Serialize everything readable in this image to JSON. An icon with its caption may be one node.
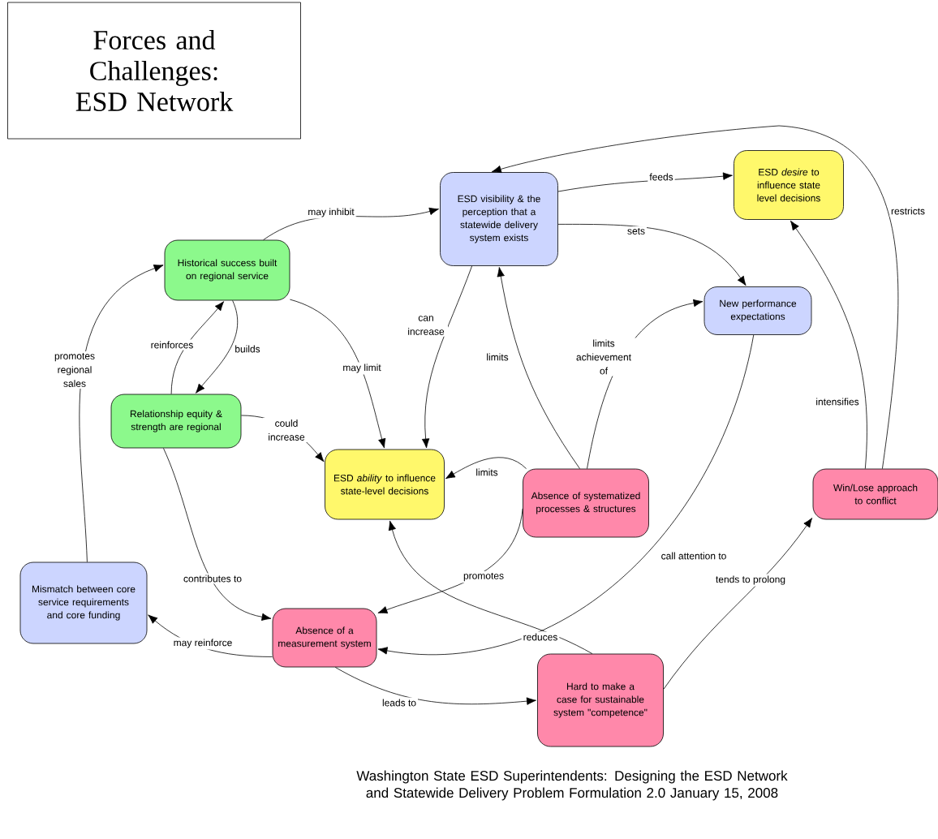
{
  "diagram": {
    "title": "Forces and Challenges:  ESD Network",
    "caption": "Washington State ESD Superintendents:  Designing the ESD Network and Statewide Delivery Problem Formulation 2.0  January 15, 2008",
    "nodes": [
      {
        "text": [
          "Historical success built on regional service"
        ]
      },
      {
        "text": [
          "ESD visibility & the perception that a statewide delivery system exists"
        ]
      },
      {
        "text": [
          "ESD *desire* to influence state level decisions"
        ]
      },
      {
        "text": [
          "New performance expectations"
        ]
      },
      {
        "text": [
          "Relationship equity & strength are regional"
        ]
      },
      {
        "text": [
          "ESD *ability* to influence state-level decisions"
        ]
      },
      {
        "text": [
          "Absence of systematized processes & structures"
        ]
      },
      {
        "text": [
          "Win/Lose approach to conflict"
        ]
      },
      {
        "text": [
          "Mismatch between core service requirements and core funding"
        ]
      },
      {
        "text": [
          "Absence of a measurement system"
        ]
      },
      {
        "text": [
          "Hard to make a case for sustainable system \"competence\""
        ]
      }
    ],
    "edges": [
      {
        "from": 0,
        "to": 1,
        "arrow": "to",
        "label": "may inhibit"
      },
      {
        "from": 1,
        "to": 2,
        "arrow": "to",
        "label": "feeds"
      },
      {
        "from": 1,
        "to": 3,
        "arrow": "to",
        "label": "sets"
      },
      {
        "from": 7,
        "to": 1,
        "arrow": "to",
        "label": "restricts"
      },
      {
        "from": 1,
        "to": 5,
        "arrow": "to",
        "label": "can increase"
      },
      {
        "from": 0,
        "to": 5,
        "arrow": "to",
        "label": "may limit"
      },
      {
        "from": 4,
        "to": 0,
        "arrow": "to",
        "label": "reinforces"
      },
      {
        "from": 0,
        "to": 4,
        "arrow": "to",
        "label": "builds"
      },
      {
        "from": 8,
        "to": 0,
        "arrow": "to",
        "label": "promotes regional sales"
      },
      {
        "from": 4,
        "to": 5,
        "arrow": "to",
        "label": "could increase"
      },
      {
        "from": 6,
        "to": 5,
        "arrow": "to",
        "label": "limits"
      },
      {
        "from": 6,
        "to": 1,
        "arrow": "to",
        "label": "limits"
      },
      {
        "from": 6,
        "to": 3,
        "arrow": "to",
        "label": "limits achievement of"
      },
      {
        "from": 7,
        "to": 2,
        "arrow": "to",
        "label": "intensifies"
      },
      {
        "from": 3,
        "to": 9,
        "arrow": "to",
        "label": "call attention to"
      },
      {
        "from": 6,
        "to": 9,
        "arrow": "to",
        "label": "promotes"
      },
      {
        "from": 4,
        "to": 9,
        "arrow": "to",
        "label": "contributes to"
      },
      {
        "from": 9,
        "to": 8,
        "arrow": "to",
        "label": "may reinforce"
      },
      {
        "from": 9,
        "to": 10,
        "arrow": "to",
        "label": "leads to"
      },
      {
        "from": 10,
        "to": 5,
        "arrow": "to",
        "label": "reduces"
      },
      {
        "from": 10,
        "to": 7,
        "arrow": "to",
        "label": "tends to prolong"
      }
    ]
  }
}
